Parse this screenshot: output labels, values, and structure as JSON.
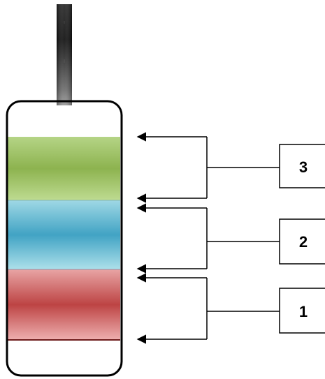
{
  "diagram": {
    "layers": [
      {
        "id": "layer-top",
        "color_top": "#a9cd74",
        "color_mid": "#8fb752",
        "color_bottom": "#b9d98c"
      },
      {
        "id": "layer-middle",
        "color_top": "#8fd0de",
        "color_mid": "#43a5c6",
        "color_bottom": "#a6dbe7"
      },
      {
        "id": "layer-bottom",
        "color_top": "#e59b9b",
        "color_mid": "#bf4747",
        "color_bottom": "#eaa6a6"
      }
    ],
    "labels": [
      {
        "text": "3",
        "layer": "layer-top"
      },
      {
        "text": "2",
        "layer": "layer-middle"
      },
      {
        "text": "1",
        "layer": "layer-bottom"
      }
    ],
    "colors": {
      "outline": "#000000",
      "arrow": "#000000",
      "handle_dark": "#111111",
      "handle_light": "#8a8a8a"
    },
    "icons": [
      "container",
      "handle",
      "arrow-left"
    ]
  }
}
